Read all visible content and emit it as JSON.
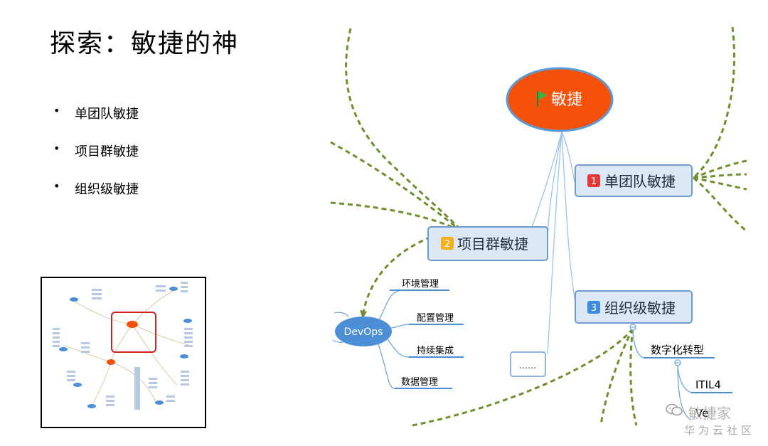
{
  "slide": {
    "title": "探索：敏捷的神",
    "bullets": [
      "单团队敏捷",
      "项目群敏捷",
      "组织级敏捷"
    ]
  },
  "mindmap": {
    "root": "敏捷",
    "branch1": {
      "num": "1",
      "label": "单团队敏捷"
    },
    "branch2": {
      "num": "2",
      "label": "项目群敏捷"
    },
    "branch3": {
      "num": "3",
      "label": "组织级敏捷"
    },
    "ellipsis": "……",
    "devops": {
      "label": "DevOps",
      "children": [
        "环境管理",
        "配置管理",
        "持续集成",
        "数据管理"
      ]
    },
    "org_child": "数字化转型",
    "itil": "ITIL4",
    "partial": "Ve"
  },
  "watermark": {
    "line1": "敏捷家",
    "line2": "华为云社区"
  },
  "colors": {
    "root_fill": "#f4510a",
    "root_stroke": "#5b9bd5",
    "node_fill": "#dce8f6",
    "node_stroke": "#6d9bd1",
    "dash_green": "#6f8f2e",
    "connector": "#9dc3e6",
    "badge1": "#e53935",
    "badge2": "#f5b11a",
    "badge3": "#3b8be0",
    "devops_fill": "#4c8fd6",
    "underline": "#4c8fd6"
  }
}
